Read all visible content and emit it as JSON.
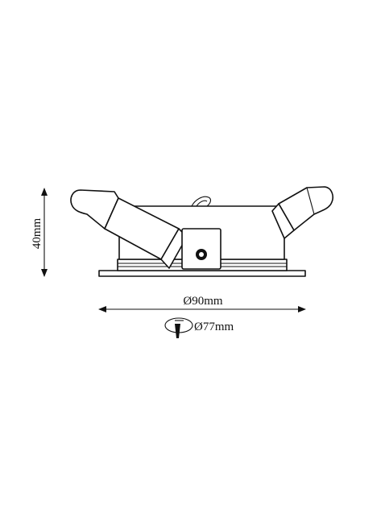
{
  "diagram": {
    "height_label": "40mm",
    "outer_diameter_label": "Ø90mm",
    "cutout_diameter_label": "Ø77mm",
    "cutout_icon": "hole-saw-cutout-icon",
    "line_color": "#111111",
    "background_color": "#ffffff"
  }
}
